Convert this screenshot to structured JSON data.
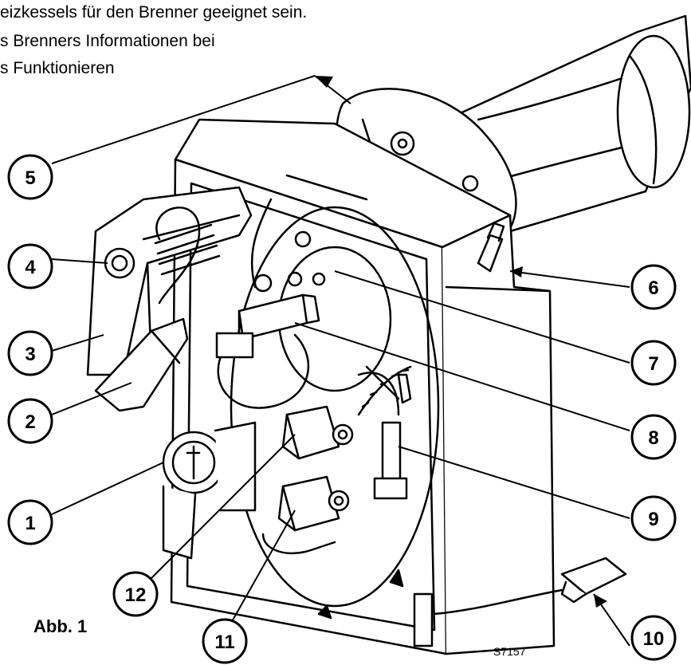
{
  "header_lines": [
    "eizkessels für den Brenner geeignet sein.",
    "s Brenners Informationen bei",
    "s Funktionieren"
  ],
  "figure_caption": "Abb. 1",
  "drawing_code": "S7157",
  "callouts": [
    {
      "id": 1,
      "label": "1"
    },
    {
      "id": 2,
      "label": "2"
    },
    {
      "id": 3,
      "label": "3"
    },
    {
      "id": 4,
      "label": "4"
    },
    {
      "id": 5,
      "label": "5"
    },
    {
      "id": 6,
      "label": "6"
    },
    {
      "id": 7,
      "label": "7"
    },
    {
      "id": 8,
      "label": "8"
    },
    {
      "id": 9,
      "label": "9"
    },
    {
      "id": 10,
      "label": "10"
    },
    {
      "id": 11,
      "label": "11"
    },
    {
      "id": 12,
      "label": "12"
    }
  ]
}
